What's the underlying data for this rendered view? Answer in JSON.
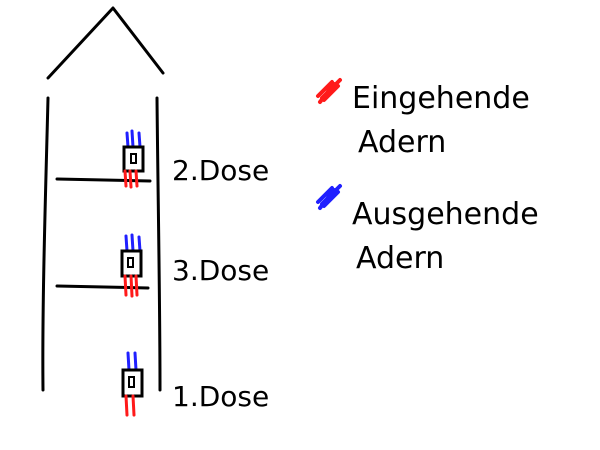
{
  "colors": {
    "ink": "#000000",
    "incoming": "#ff1a1a",
    "outgoing": "#2020ff",
    "background": "#ffffff"
  },
  "sockets": [
    {
      "label": "2.Dose",
      "has_floor_line": true
    },
    {
      "label": "3.Dose",
      "has_floor_line": true
    },
    {
      "label": "1.Dose",
      "has_floor_line": false
    }
  ],
  "legend": [
    {
      "color_key": "incoming",
      "line1": "Eingehende",
      "line2": "Adern"
    },
    {
      "color_key": "outgoing",
      "line1": "Ausgehende",
      "line2": "Adern"
    }
  ]
}
